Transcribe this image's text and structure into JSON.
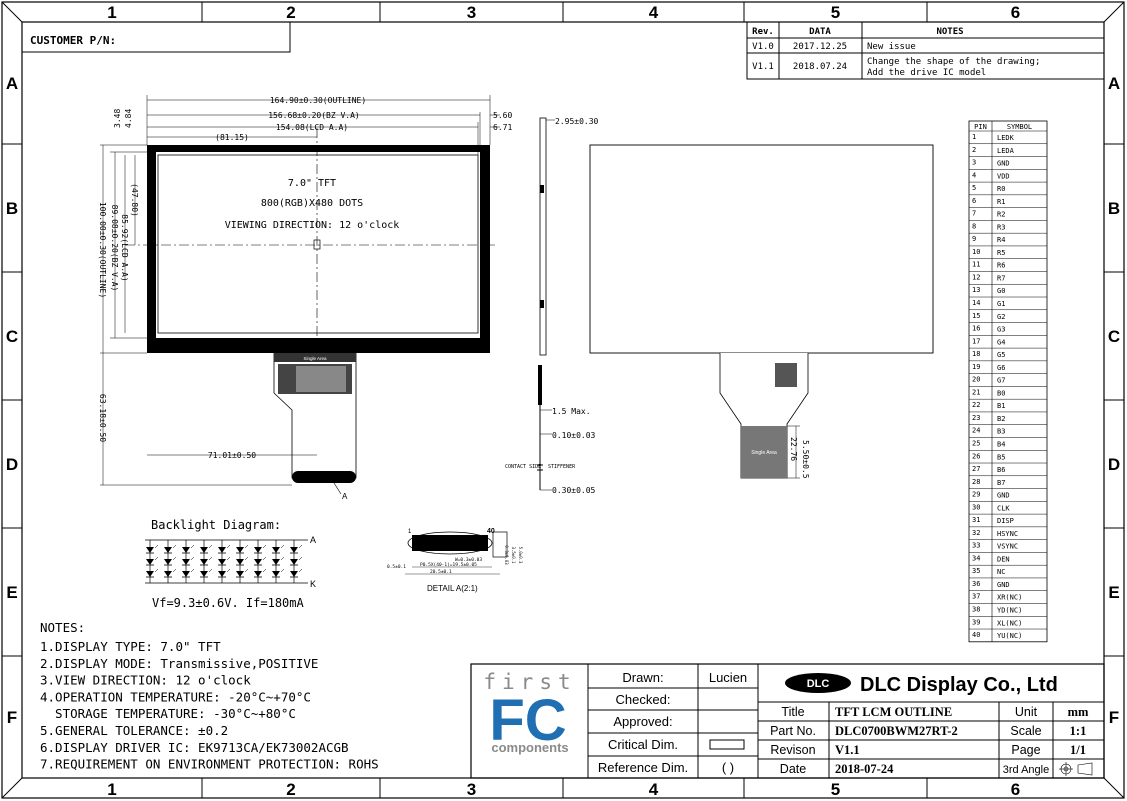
{
  "frame": {
    "columns": [
      "1",
      "2",
      "3",
      "4",
      "5",
      "6"
    ],
    "rows": [
      "A",
      "B",
      "C",
      "D",
      "E",
      "F"
    ]
  },
  "customer": {
    "label": "CUSTOMER P/N:"
  },
  "revisions": {
    "headers": [
      "Rev.",
      "DATA",
      "NOTES"
    ],
    "rows": [
      {
        "rev": "V1.0",
        "date": "2017.12.25",
        "notes": [
          "New issue"
        ]
      },
      {
        "rev": "V1.1",
        "date": "2018.07.24",
        "notes": [
          "Change the shape of the drawing;",
          "Add the drive IC model"
        ]
      }
    ]
  },
  "front_view": {
    "dims": {
      "outline_w": "164.90±0.30(OUTLINE)",
      "bz_w": "156.68±0.20(BZ V.A)",
      "lcd_w": "154.08(LCD A.A)",
      "half_w": "(81.15)",
      "right1": "5.60",
      "right2": "6.71",
      "left1": "4.84",
      "left2": "3.48",
      "outline_h": "100.00±0.30(OUTLINE)",
      "bz_h": "89.08±0.20(BZ V.A)",
      "lcd_h": "85.92(LCD A.A)",
      "half_h": "(47.80)",
      "fpc_h": "63.18±0.50",
      "fpc_x": "71.01±0.50",
      "point_a": "A"
    },
    "label_size": "7.0\" TFT",
    "label_res": "800(RGB)X480 DOTS",
    "label_view": "VIEWING DIRECTION: 12 o'clock",
    "fpc_tag": "Single Area"
  },
  "side_view": {
    "thick": "2.95±0.30",
    "max": "1.5 Max.",
    "tol1": "0.10±0.03",
    "contact": "CONTACT SIDE",
    "stiffener": "STIFFENER",
    "tol2": "0.30±0.05"
  },
  "back_view": {
    "fpc_dims": "5.50±0.5",
    "fpc_len": "22.76",
    "tag": "Single Area"
  },
  "backlight": {
    "title": "Backlight Diagram:",
    "anode": "A",
    "cathode": "K",
    "spec": "Vf=9.3±0.6V. If=180mA"
  },
  "detail": {
    "label": "DETAIL A(2:1)",
    "pins": "40",
    "first": "1",
    "w": "W=0.3±0.03",
    "pitch": "P0.5X(40-1)=19.5±0.05",
    "total": "20.5±0.1",
    "edge": "0.5±0.1",
    "h1": "3.5±0.1",
    "h2": "5.0±0.3",
    "t": "0.3±0.03"
  },
  "pins": {
    "headers": [
      "PIN",
      "SYMBOL"
    ],
    "rows": [
      [
        "1",
        "LEDK"
      ],
      [
        "2",
        "LEDA"
      ],
      [
        "3",
        "GND"
      ],
      [
        "4",
        "VDD"
      ],
      [
        "5",
        "R0"
      ],
      [
        "6",
        "R1"
      ],
      [
        "7",
        "R2"
      ],
      [
        "8",
        "R3"
      ],
      [
        "9",
        "R4"
      ],
      [
        "10",
        "R5"
      ],
      [
        "11",
        "R6"
      ],
      [
        "12",
        "R7"
      ],
      [
        "13",
        "G0"
      ],
      [
        "14",
        "G1"
      ],
      [
        "15",
        "G2"
      ],
      [
        "16",
        "G3"
      ],
      [
        "17",
        "G4"
      ],
      [
        "18",
        "G5"
      ],
      [
        "19",
        "G6"
      ],
      [
        "20",
        "G7"
      ],
      [
        "21",
        "B0"
      ],
      [
        "22",
        "B1"
      ],
      [
        "23",
        "B2"
      ],
      [
        "24",
        "B3"
      ],
      [
        "25",
        "B4"
      ],
      [
        "26",
        "B5"
      ],
      [
        "27",
        "B6"
      ],
      [
        "28",
        "B7"
      ],
      [
        "29",
        "GND"
      ],
      [
        "30",
        "CLK"
      ],
      [
        "31",
        "DISP"
      ],
      [
        "32",
        "HSYNC"
      ],
      [
        "33",
        "VSYNC"
      ],
      [
        "34",
        "DEN"
      ],
      [
        "35",
        "NC"
      ],
      [
        "36",
        "GND"
      ],
      [
        "37",
        "XR(NC)"
      ],
      [
        "38",
        "YD(NC)"
      ],
      [
        "39",
        "XL(NC)"
      ],
      [
        "40",
        "YU(NC)"
      ]
    ]
  },
  "notes": {
    "title": "NOTES:",
    "lines": [
      "1.DISPLAY TYPE: 7.0\" TFT",
      "2.DISPLAY MODE: Transmissive,POSITIVE",
      "3.VIEW DIRECTION: 12 o'clock",
      "4.OPERATION TEMPERATURE: -20°C~+70°C",
      "  STORAGE TEMPERATURE: -30°C~+80°C",
      "5.GENERAL TOLERANCE: ±0.2",
      "6.DISPLAY DRIVER IC: EK9713CA/EK73002ACGB",
      "7.REQUIREMENT ON ENVIRONMENT PROTECTION: ROHS"
    ]
  },
  "logo": {
    "top": "first",
    "big": "FC",
    "bottom": "components",
    "fc_color": "#1f6fb2",
    "grey": "#8a8a8a"
  },
  "approvals": {
    "drawn_label": "Drawn:",
    "drawn_value": "Lucien",
    "checked_label": "Checked:",
    "approved_label": "Approved:",
    "critical_label": "Critical Dim.",
    "reference_label": "Reference Dim.",
    "reference_symbol": "(   )"
  },
  "company": {
    "badge": "DLC",
    "name": "DLC Display Co., Ltd"
  },
  "titleblock": {
    "title_label": "Title",
    "title_value": "TFT LCM OUTLINE",
    "part_label": "Part No.",
    "part_value": "DLC0700BWM27RT-2",
    "rev_label": "Revison",
    "rev_value": "V1.1",
    "date_label": "Date",
    "date_value": "2018-07-24",
    "unit_label": "Unit",
    "unit_value": "mm",
    "scale_label": "Scale",
    "scale_value": "1:1",
    "page_label": "Page",
    "page_value": "1/1",
    "angle_label": "3rd Angle"
  }
}
